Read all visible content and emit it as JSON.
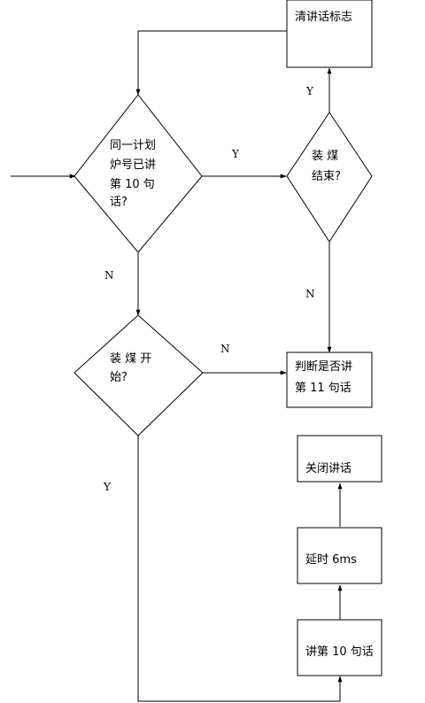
{
  "nodes": {
    "clear_flag": "清讲话标志",
    "same_plan": [
      "同一计划",
      "炉号已讲",
      "第  10  句",
      "话?"
    ],
    "loading_end": [
      "装  煤",
      "结束?"
    ],
    "loading_start": [
      "装  煤  开",
      "始?"
    ],
    "judge_11": [
      "判断是否讲",
      "第 11 句话"
    ],
    "close_talk": "关闭讲话",
    "delay": "延时 6ms",
    "speak_10": "讲第 10 句话"
  },
  "edge_labels": {
    "same_plan_yes": "Y",
    "end_yes": "Y",
    "same_plan_no": "N",
    "end_no": "N",
    "start_no": "N",
    "start_yes": "Y"
  }
}
